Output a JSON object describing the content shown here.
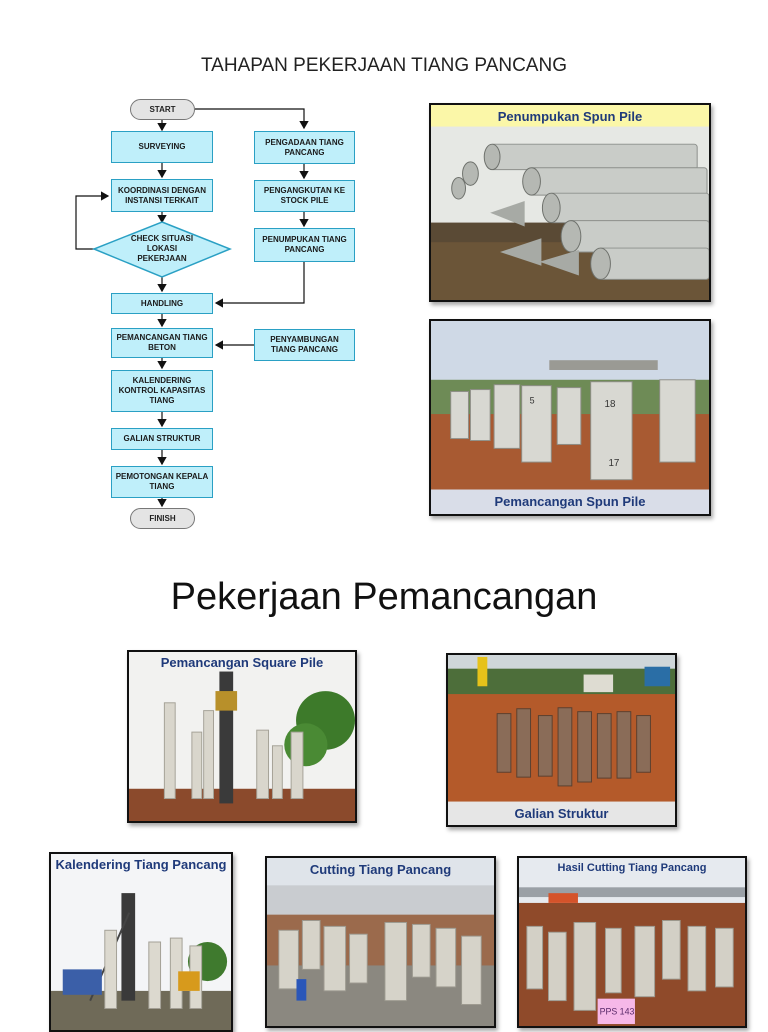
{
  "page_title": "TAHAPAN PEKERJAAN TIANG PANCANG",
  "flowchart": {
    "start": "START",
    "surveying": "SURVEYING",
    "koordinasi": "KOORDINASI DENGAN INSTANSI TERKAIT",
    "check": "CHECK SITUASI LOKASI PEKERJAAN",
    "handling": "HANDLING",
    "pemancangan": "PEMANCANGAN TIANG BETON",
    "kalendering": "KALENDERING KONTROL KAPASITAS TIANG",
    "galian": "GALIAN STRUKTUR",
    "pemotongan": "PEMOTONGAN KEPALA TIANG",
    "finish": "FINISH",
    "pengadaan": "PENGADAAN TIANG PANCANG",
    "pengangkutan": "PENGANGKUTAN KE STOCK PILE",
    "penumpukan": "PENUMPUKAN TIANG PANCANG",
    "penyambungan": "PENYAMBUNGAN TIANG PANCANG"
  },
  "section_title": "Pekerjaan Pemancangan",
  "photos": {
    "penumpukan": "Penumpukan Spun Pile",
    "pemancangan_spun": "Pemancangan Spun Pile",
    "square": "Pemancangan Square Pile",
    "galian": "Galian Struktur",
    "kalendering": "Kalendering Tiang Pancang",
    "cutting": "Cutting Tiang Pancang",
    "hasil": "Hasil Cutting Tiang Pancang"
  },
  "pile_marks": [
    "5",
    "18",
    "17"
  ],
  "photo_stamp": "PPS 143"
}
